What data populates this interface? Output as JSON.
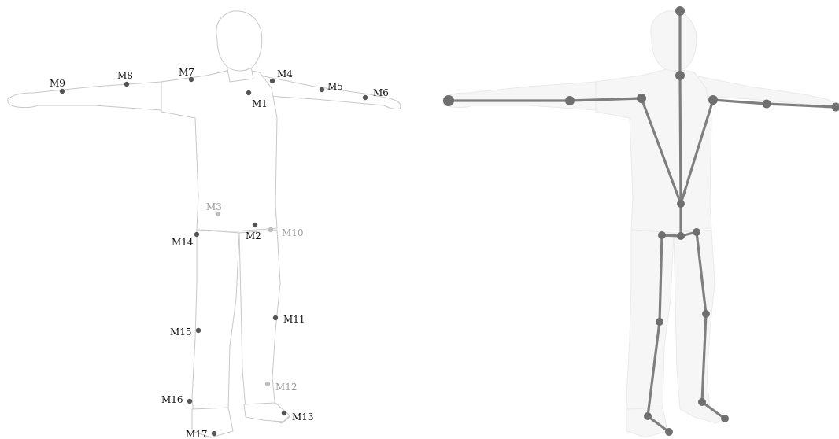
{
  "colors": {
    "body_fill": "#ffffff",
    "body_shade": "#eeeeee",
    "body_stroke": "#c8c8c8",
    "ghost_fill": "#f6f6f6",
    "ghost_stroke": "#eaeaea",
    "marker_visible": "#555555",
    "marker_occluded": "#bdbdbd",
    "label_visible": "#111111",
    "label_occluded": "#9a9a9a",
    "bone": "#7f7f7f",
    "joint": "#6f6f6f"
  },
  "markers": [
    {
      "id": "M1",
      "label": "M1",
      "occluded": false
    },
    {
      "id": "M2",
      "label": "M2",
      "occluded": false
    },
    {
      "id": "M3",
      "label": "M3",
      "occluded": true
    },
    {
      "id": "M4",
      "label": "M4",
      "occluded": false
    },
    {
      "id": "M5",
      "label": "M5",
      "occluded": false
    },
    {
      "id": "M6",
      "label": "M6",
      "occluded": false
    },
    {
      "id": "M7",
      "label": "M7",
      "occluded": false
    },
    {
      "id": "M8",
      "label": "M8",
      "occluded": false
    },
    {
      "id": "M9",
      "label": "M9",
      "occluded": false
    },
    {
      "id": "M10",
      "label": "M10",
      "occluded": true
    },
    {
      "id": "M11",
      "label": "M11",
      "occluded": false
    },
    {
      "id": "M12",
      "label": "M12",
      "occluded": true
    },
    {
      "id": "M13",
      "label": "M13",
      "occluded": false
    },
    {
      "id": "M14",
      "label": "M14",
      "occluded": false
    },
    {
      "id": "M15",
      "label": "M15",
      "occluded": false
    },
    {
      "id": "M16",
      "label": "M16",
      "occluded": false
    },
    {
      "id": "M17",
      "label": "M17",
      "occluded": false
    }
  ],
  "skeleton": {
    "joints": [
      "head",
      "neck",
      "l_hand",
      "l_elbow",
      "l_shoulder",
      "r_shoulder",
      "r_elbow",
      "r_hand",
      "pelvis",
      "l_hip",
      "hip_mid",
      "r_hip",
      "l_knee",
      "r_knee",
      "l_ankle",
      "l_toe",
      "r_ankle",
      "r_toe"
    ],
    "bones": [
      [
        "head",
        "neck"
      ],
      [
        "neck",
        "pelvis"
      ],
      [
        "l_hand",
        "l_elbow"
      ],
      [
        "l_elbow",
        "l_shoulder"
      ],
      [
        "l_shoulder",
        "pelvis"
      ],
      [
        "r_shoulder",
        "pelvis"
      ],
      [
        "r_shoulder",
        "r_elbow"
      ],
      [
        "r_elbow",
        "r_hand"
      ],
      [
        "pelvis",
        "hip_mid"
      ],
      [
        "l_hip",
        "hip_mid"
      ],
      [
        "hip_mid",
        "r_hip"
      ],
      [
        "l_hip",
        "l_knee"
      ],
      [
        "l_knee",
        "l_ankle"
      ],
      [
        "l_ankle",
        "l_toe"
      ],
      [
        "r_hip",
        "r_knee"
      ],
      [
        "r_knee",
        "r_ankle"
      ],
      [
        "r_ankle",
        "r_toe"
      ]
    ]
  }
}
